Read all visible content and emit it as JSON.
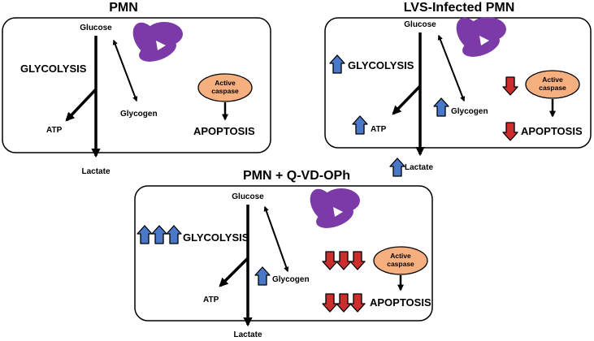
{
  "panels": {
    "pmn": {
      "title": "PMN",
      "glucose": "Glucose",
      "glycolysis": "GLYCOLYSIS",
      "glycogen": "Glycogen",
      "atp": "ATP",
      "lactate": "Lactate",
      "caspase_line1": "Active",
      "caspase_line2": "caspase",
      "apoptosis": "APOPTOSIS"
    },
    "lvs": {
      "title": "LVS-Infected PMN",
      "glucose": "Glucose",
      "glycolysis": "GLYCOLYSIS",
      "glycogen": "Glycogen",
      "atp": "ATP",
      "lactate": "Lactate",
      "caspase_line1": "Active",
      "caspase_line2": "caspase",
      "apoptosis": "APOPTOSIS"
    },
    "qvd": {
      "title": "PMN + Q-VD-OPh",
      "glucose": "Glucose",
      "glycolysis": "GLYCOLYSIS",
      "glycogen": "Glycogen",
      "atp": "ATP",
      "lactate": "Lactate",
      "caspase_line1": "Active",
      "caspase_line2": "caspase",
      "apoptosis": "APOPTOSIS"
    }
  },
  "colors": {
    "up_arrow": "#4a78c8",
    "down_arrow": "#cc2e2e",
    "nucleus": "#7b3aa8",
    "caspase_fill": "#f6b080"
  }
}
